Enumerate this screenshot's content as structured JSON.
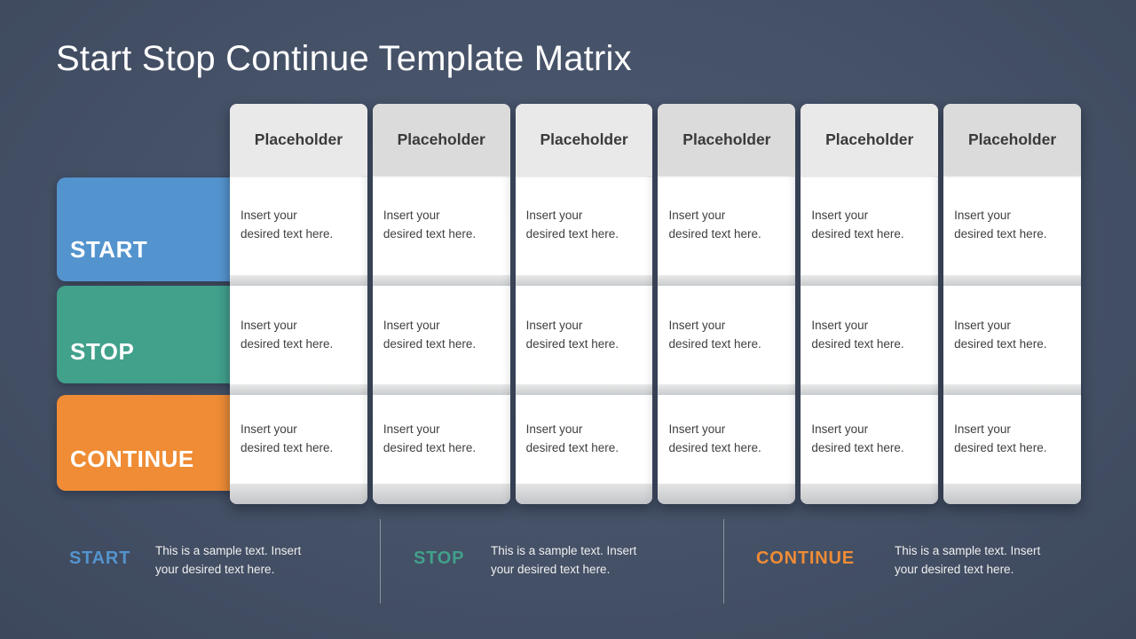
{
  "slide": {
    "title": "Start Stop Continue Template Matrix",
    "colors": {
      "background": "#455167",
      "start": "#5494ce",
      "stop": "#41a18b",
      "continue": "#ef8c35",
      "header_light": "#e9e9e9",
      "header_dark": "#dbdbdb",
      "card_white": "#ffffff",
      "cell_text": "#3f3f3f"
    }
  },
  "matrix": {
    "headers": [
      "Placeholder",
      "Placeholder",
      "Placeholder",
      "Placeholder",
      "Placeholder",
      "Placeholder"
    ],
    "rows": [
      {
        "label": "START",
        "color": "#5494ce",
        "cells": [
          "Insert your\ndesired text here.",
          "Insert your\ndesired text here.",
          "Insert your\ndesired text here.",
          "Insert your\ndesired text here.",
          "Insert your\ndesired text here.",
          "Insert your\ndesired text here."
        ]
      },
      {
        "label": "STOP",
        "color": "#41a18b",
        "cells": [
          "Insert your\ndesired text here.",
          "Insert your\ndesired text here.",
          "Insert your\ndesired text here.",
          "Insert your\ndesired text here.",
          "Insert your\ndesired text here.",
          "Insert your\ndesired text here."
        ]
      },
      {
        "label": "CONTINUE",
        "color": "#ef8c35",
        "cells": [
          "Insert your\ndesired text here.",
          "Insert your\ndesired text here.",
          "Insert your\ndesired text here.",
          "Insert your\ndesired text here.",
          "Insert your\ndesired text here.",
          "Insert your\ndesired text here."
        ]
      }
    ]
  },
  "legend": [
    {
      "label": "START",
      "color": "#5494ce",
      "text": "This is a sample text.  Insert\nyour desired text here."
    },
    {
      "label": "STOP",
      "color": "#41a18b",
      "text": "This is a sample text.  Insert\nyour desired text here."
    },
    {
      "label": "CONTINUE",
      "color": "#ef8c35",
      "text": "This is a sample text.  Insert\nyour desired text here."
    }
  ]
}
